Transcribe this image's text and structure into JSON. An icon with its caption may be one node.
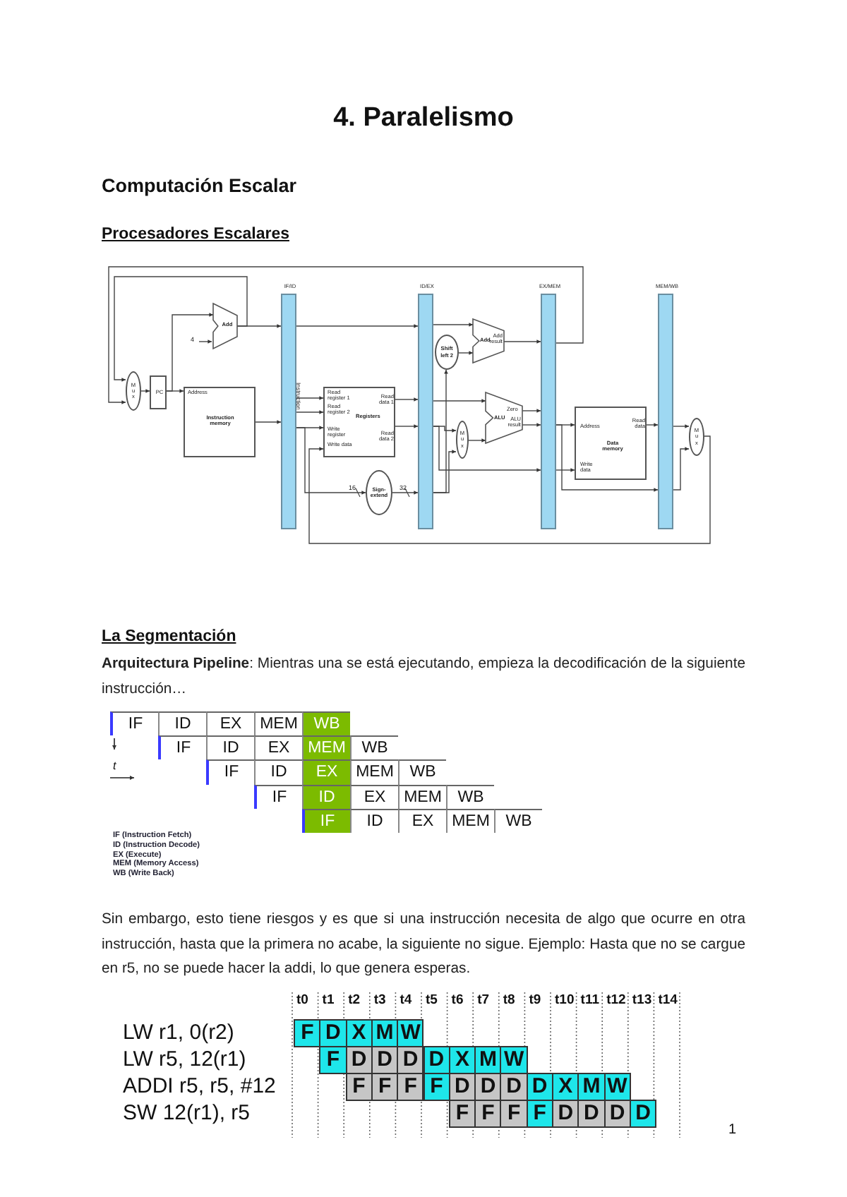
{
  "diagram": {
    "title": "4. Paralelismo",
    "nodes": [
      {
        "text": [
          "M u x"
        ]
      },
      {
        "text": [
          "PC"
        ]
      },
      {
        "text": [
          "Add"
        ]
      },
      {
        "text": [
          "Address",
          "Instruction memory"
        ]
      },
      {
        "text": [
          "IF/ID"
        ],
        "beside": [
          "Instruction"
        ]
      },
      {
        "text": [
          "Read register 1",
          "Read register 2",
          "Registers",
          "Write register",
          "Write data",
          "Read data 1",
          "Read data 2"
        ]
      },
      {
        "text": [
          "Sign-extend"
        ]
      },
      {
        "text": [
          "ID/EX"
        ]
      },
      {
        "text": [
          "Shift left 2"
        ]
      },
      {
        "text": [
          "Add",
          "Add result"
        ]
      },
      {
        "text": [
          "M u x"
        ]
      },
      {
        "text": [
          "ALU",
          "Zero",
          "ALU result"
        ]
      },
      {
        "text": [
          "EX/MEM"
        ]
      },
      {
        "text": [
          "Address",
          "Data memory",
          "Read data",
          "Write data"
        ]
      },
      {
        "text": [
          "MEM/WB"
        ]
      },
      {
        "text": [
          "M u x"
        ]
      }
    ],
    "edges": [
      {
        "from": 0,
        "to": 1,
        "arrow": "to"
      },
      {
        "from": 1,
        "to": 3,
        "arrow": "to"
      },
      {
        "from": 1,
        "to": 2,
        "arrow": "to"
      },
      {
        "from": 2,
        "to": 4,
        "arrow": "to"
      },
      {
        "from": 2,
        "to": 0,
        "arrow": "to"
      },
      {
        "from": 3,
        "to": 4,
        "arrow": "to"
      },
      {
        "from": 4,
        "to": 7,
        "arrow": "to"
      },
      {
        "from": 4,
        "to": 5,
        "arrow": "to"
      },
      {
        "from": 4,
        "to": 5,
        "arrow": "to"
      },
      {
        "from": 4,
        "to": 5,
        "arrow": "to"
      },
      {
        "from": 4,
        "to": 6,
        "arrow": "to"
      },
      {
        "from": 5,
        "to": 7,
        "arrow": "to"
      },
      {
        "from": 5,
        "to": 7,
        "arrow": "to"
      },
      {
        "from": 6,
        "to": 7,
        "arrow": "to"
      },
      {
        "from": 7,
        "to": 8,
        "arrow": "to"
      },
      {
        "from": 7,
        "to": 9,
        "arrow": "to"
      },
      {
        "from": 8,
        "to": 9,
        "arrow": "to"
      },
      {
        "from": 7,
        "to": 11,
        "arrow": "to"
      },
      {
        "from": 7,
        "to": 10,
        "arrow": "to"
      },
      {
        "from": 7,
        "to": 12,
        "arrow": "to"
      },
      {
        "from": 7,
        "to": 10,
        "arrow": "to"
      },
      {
        "from": 10,
        "to": 11,
        "arrow": "to"
      },
      {
        "from": 9,
        "to": 12,
        "arrow": "to"
      },
      {
        "from": 11,
        "to": 12,
        "arrow": "to"
      },
      {
        "from": 11,
        "to": 12,
        "arrow": "to"
      },
      {
        "from": 12,
        "to": 0,
        "arrow": "to"
      },
      {
        "from": 12,
        "to": 13,
        "arrow": "to"
      },
      {
        "from": 12,
        "to": 13,
        "arrow": "to"
      },
      {
        "from": 12,
        "to": 14,
        "arrow": "to"
      },
      {
        "from": 13,
        "to": 14,
        "arrow": "to"
      },
      {
        "from": 14,
        "to": 15,
        "arrow": "to"
      },
      {
        "from": 14,
        "to": 15,
        "arrow": "to"
      },
      {
        "from": 15,
        "to": 5,
        "arrow": "to"
      }
    ],
    "labels": [
      "Computación Escalar",
      "Procesadores Escalares",
      "4",
      "16",
      "32",
      "La Segmentación",
      "**Arquitectura Pipeline**: Mientras una se está ejecutando, empieza la decodificación de la siguiente instrucción…",
      "IF",
      "ID",
      "EX",
      "MEM",
      "WB",
      "IF",
      "ID",
      "EX",
      "MEM",
      "WB",
      "IF",
      "ID",
      "EX",
      "MEM",
      "WB",
      "IF",
      "ID",
      "EX",
      "MEM",
      "WB",
      "IF",
      "ID",
      "EX",
      "MEM",
      "WB",
      "t",
      "IF (Instruction Fetch)",
      "ID (Instruction Decode)",
      "EX (Execute)",
      "MEM (Memory Access)",
      "WB (Write Back)",
      "Sin embargo, esto tiene riesgos y es que si una instrucción necesita de algo que ocurre en otra instrucción, hasta que la primera no acabe, la siguiente no sigue. Ejemplo: Hasta que no se cargue en r5, no se puede hacer la addi, lo que genera esperas.",
      "t0",
      "t1",
      "t2",
      "t3",
      "t4",
      "t5",
      "t6",
      "t7",
      "t8",
      "t9",
      "t10",
      "t11",
      "t12",
      "t13",
      "t14",
      "LW r1, 0(r2)",
      "F",
      "D",
      "X",
      "M",
      "W",
      "LW r5, 12(r1)",
      "F",
      "D",
      "D",
      "D",
      "D",
      "X",
      "M",
      "W",
      "ADDI r5, r5, #12",
      "F",
      "F",
      "F",
      "F",
      "D",
      "D",
      "D",
      "D",
      "X",
      "M",
      "W",
      "SW 12(r1), r5",
      "F",
      "F",
      "F",
      "F",
      "D",
      "D",
      "D",
      "D",
      "1"
    ]
  }
}
